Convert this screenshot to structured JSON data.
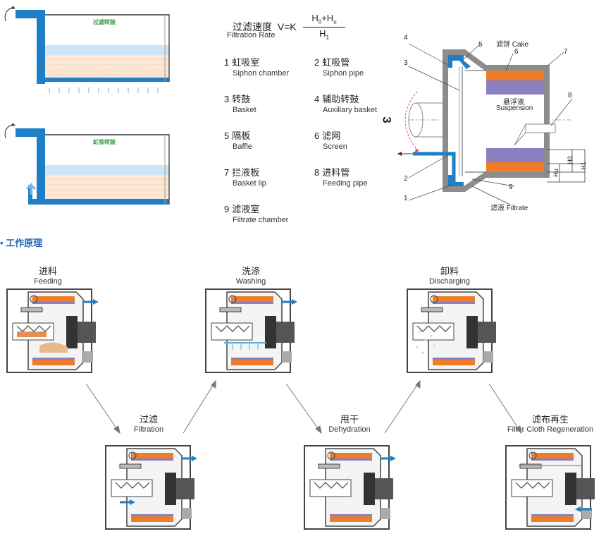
{
  "top_left": {
    "upper_tank_label": "过滤转鼓",
    "lower_tank_label": "虹吸转鼓"
  },
  "formula": {
    "label_zh": "过滤速度",
    "expression": "V=K",
    "numerator": "H0+Hu",
    "denominator": "H1",
    "label_en": "Filtration Rate"
  },
  "legend": [
    {
      "num": "1",
      "zh": "虹吸室",
      "en": "Siphon chamber"
    },
    {
      "num": "2",
      "zh": "虹吸管",
      "en": "Siphon pipe"
    },
    {
      "num": "3",
      "zh": "转鼓",
      "en": "Basket"
    },
    {
      "num": "4",
      "zh": "辅助转鼓",
      "en": "Auxiliary basket"
    },
    {
      "num": "5",
      "zh": "隔板",
      "en": "Baffle"
    },
    {
      "num": "6",
      "zh": "滤网",
      "en": "Screen"
    },
    {
      "num": "7",
      "zh": "拦液板",
      "en": "Basket lip"
    },
    {
      "num": "8",
      "zh": "进料管",
      "en": "Feeding pipe"
    },
    {
      "num": "9",
      "zh": "滤液室",
      "en": "Filtrate chamber"
    }
  ],
  "diagram": {
    "cake_label": "滤饼 Cake",
    "suspension_zh": "悬浮液",
    "suspension_en": "Suspension",
    "filtrate_label": "滤液 Filtrate",
    "rotation_symbol": "3",
    "callouts": [
      "4",
      "5",
      "6",
      "7",
      "3",
      "8",
      "2",
      "1",
      "9"
    ],
    "h_labels": [
      "Hu",
      "H0",
      "H1"
    ]
  },
  "section_title": "工作原理",
  "stages": [
    {
      "zh": "进料",
      "en": "Feeding"
    },
    {
      "zh": "洗涤",
      "en": "Washing"
    },
    {
      "zh": "卸料",
      "en": "Discharging"
    },
    {
      "zh": "过滤",
      "en": "Filtration"
    },
    {
      "zh": "甩干",
      "en": "Dehydration"
    },
    {
      "zh": "滤布再生",
      "en": "Filter Cloth Regeneration"
    }
  ],
  "colors": {
    "blue": "#1e7fc6",
    "light_blue": "#cfe6f7",
    "orange": "#ee7d2b",
    "purple": "#8a7fbf",
    "gray": "#8c8c8c",
    "title_blue": "#1d64b0"
  }
}
